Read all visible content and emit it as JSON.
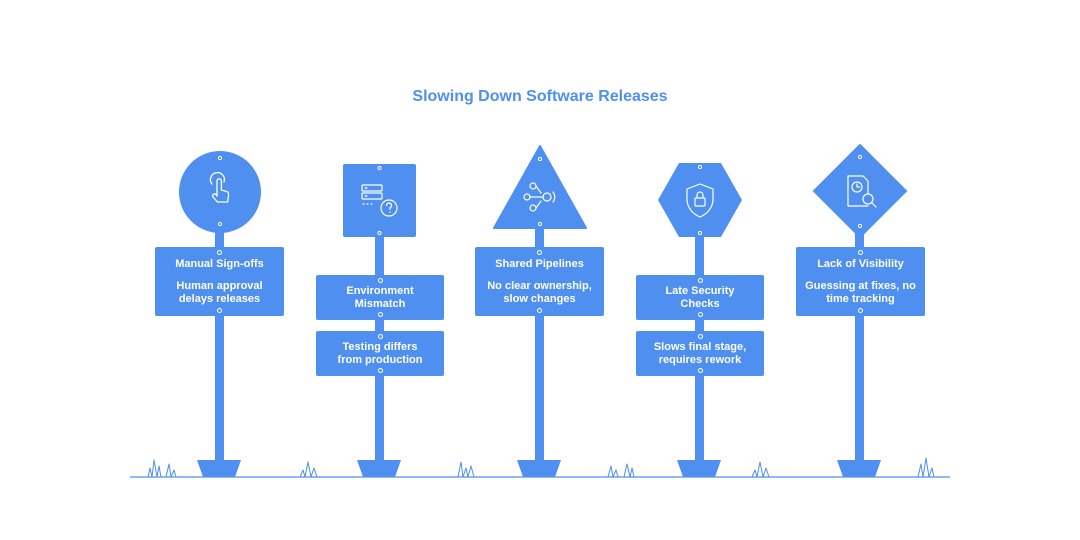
{
  "title": "Slowing Down Software Releases",
  "colors": {
    "primary": "#4f8ff0",
    "background": "#ffffff"
  },
  "signs": [
    {
      "heading": "Manual Sign-offs",
      "description": "Human approval delays releases",
      "shape": "circle",
      "icon": "hand-pointer-icon"
    },
    {
      "heading": "Environment Mismatch",
      "description": "Testing differs from production",
      "shape": "square",
      "icon": "server-question-icon"
    },
    {
      "heading": "Shared Pipelines",
      "description": "No clear ownership, slow changes",
      "shape": "triangle",
      "icon": "pipeline-nodes-icon"
    },
    {
      "heading": "Late Security Checks",
      "description": "Slows final stage, requires rework",
      "shape": "hexagon",
      "icon": "shield-lock-icon"
    },
    {
      "heading": "Lack of Visibility",
      "description": "Guessing at fixes, no time tracking",
      "shape": "diamond",
      "icon": "document-clock-search-icon"
    }
  ]
}
